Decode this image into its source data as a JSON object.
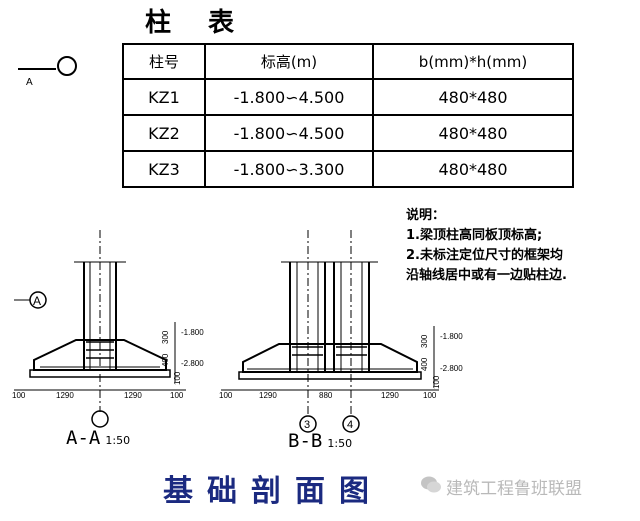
{
  "table": {
    "title": "柱 表",
    "headers": [
      "柱号",
      "标高(m)",
      "b(mm)*h(mm)"
    ],
    "rows": [
      [
        "KZ1",
        "-1.800∽4.500",
        "480*480"
      ],
      [
        "KZ2",
        "-1.800∽4.500",
        "480*480"
      ],
      [
        "KZ3",
        "-1.800∽3.300",
        "480*480"
      ]
    ]
  },
  "legend": {
    "axis_label": "A"
  },
  "notes": {
    "heading": "说明：",
    "line1": "1.梁顶柱高同板顶标高;",
    "line2": "2.未标注定位尺寸的框架均",
    "line3": "沿轴线居中或有一边贴柱边."
  },
  "section_aa": {
    "axis_tag": "A",
    "dims_vertical": [
      "300",
      "400",
      "100"
    ],
    "levels": [
      "-1.800",
      "-2.800"
    ],
    "dims_bottom": [
      "100",
      "1290",
      "1290",
      "100"
    ],
    "label": "A-A",
    "scale": "1:50"
  },
  "section_bb": {
    "axis_tags": [
      "3",
      "4"
    ],
    "dims_vertical": [
      "300",
      "400",
      "100"
    ],
    "levels": [
      "-1.800",
      "-2.800"
    ],
    "dims_bottom": [
      "100",
      "1290",
      "880",
      "1290",
      "100"
    ],
    "label": "B-B",
    "scale": "1:50"
  },
  "drawing_title": "基础剖面图",
  "watermark": "建筑工程鲁班联盟",
  "colors": {
    "title_blue": "#1b2a80",
    "watermark_gray": "#b9b9b9"
  }
}
